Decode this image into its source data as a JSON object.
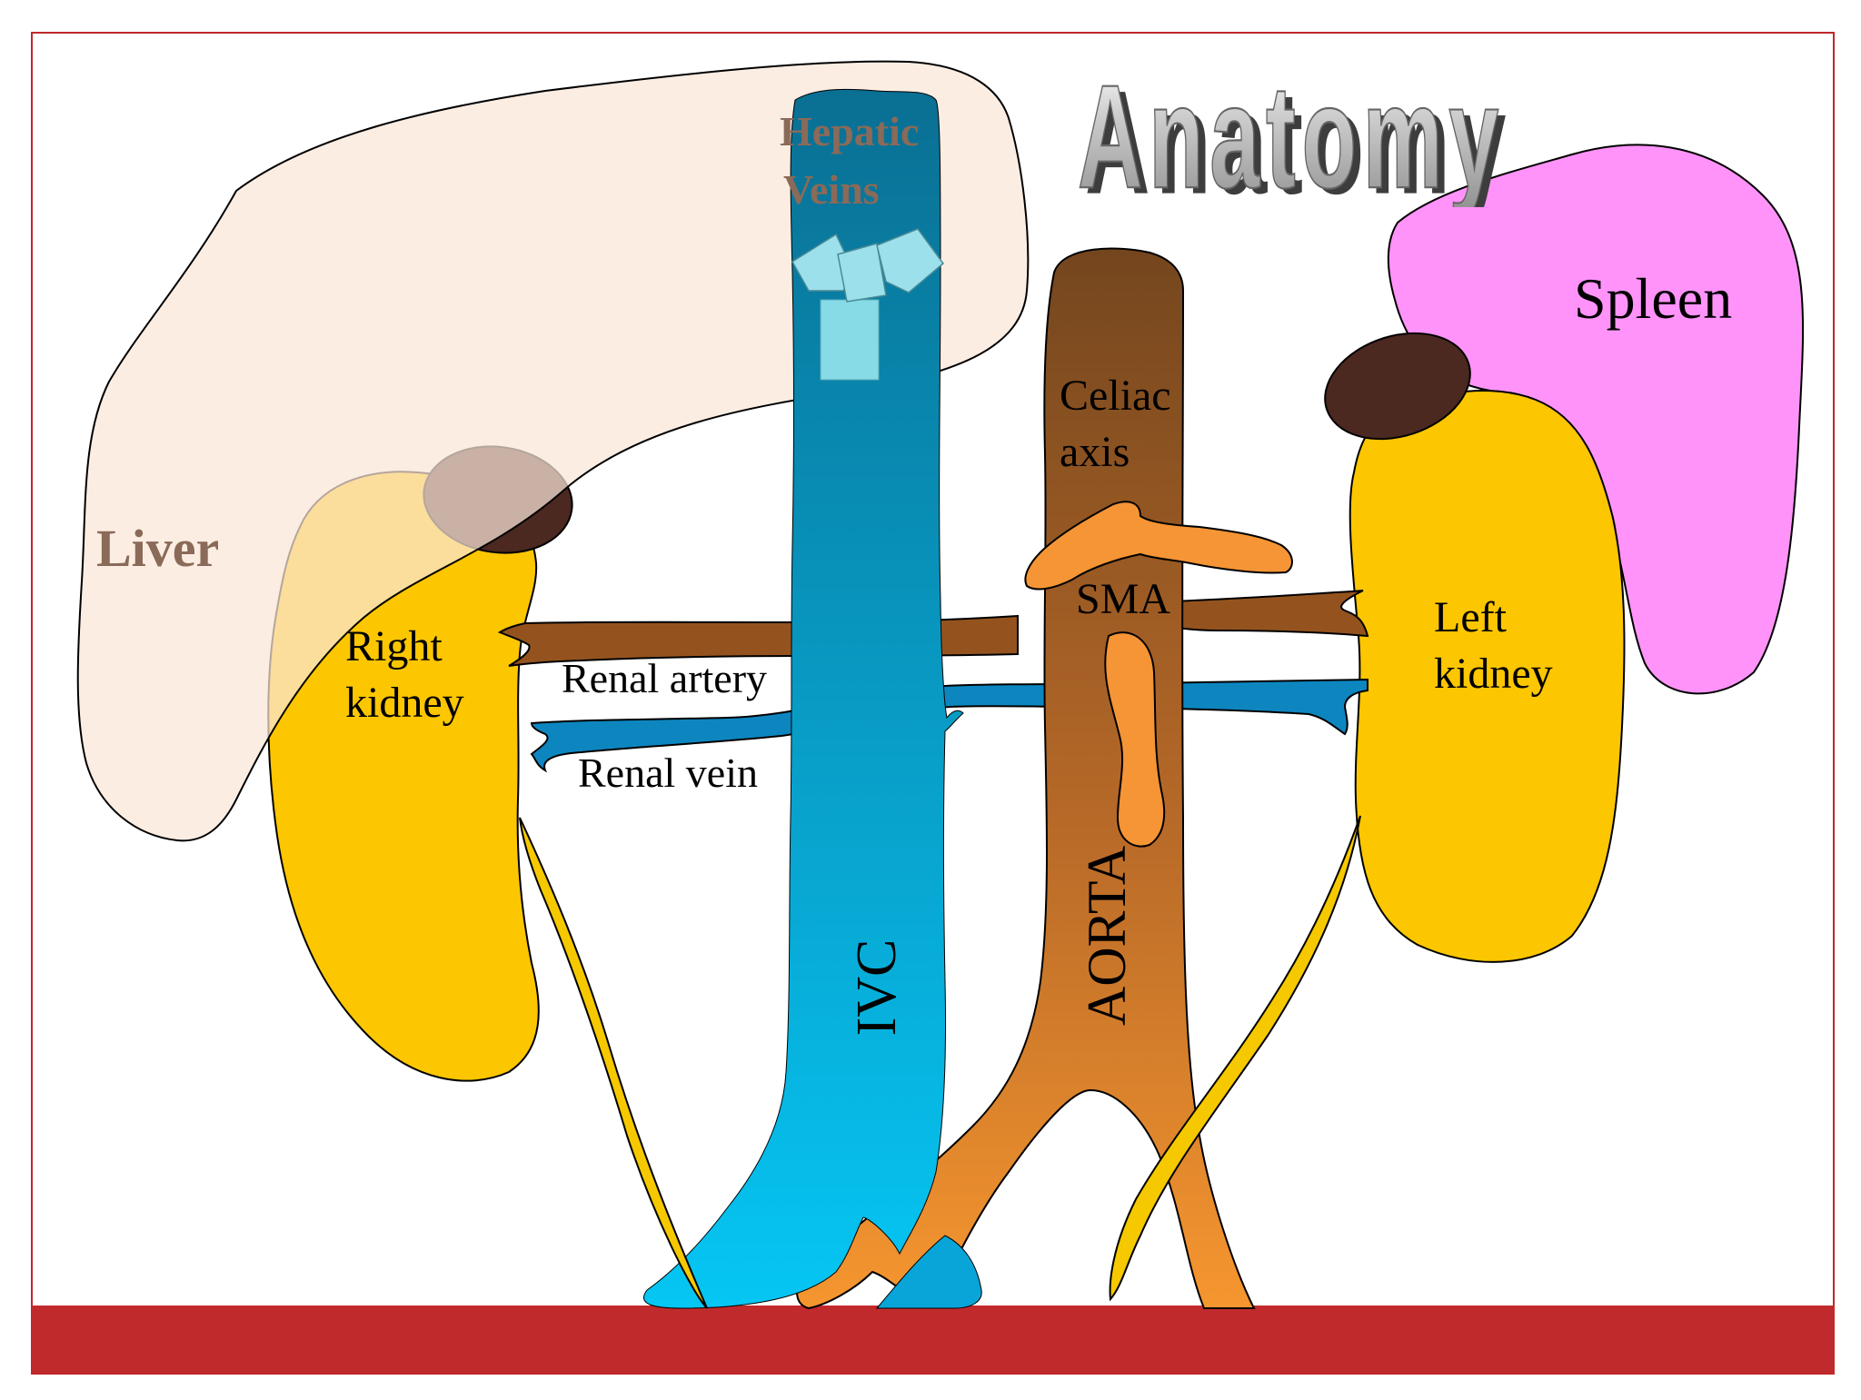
{
  "title": "Anatomy",
  "labels": {
    "liver": "Liver",
    "hepatic_veins_line1": "Hepatic",
    "hepatic_veins_line2": "Veins",
    "spleen": "Spleen",
    "celiac_line1": "Celiac",
    "celiac_line2": "axis",
    "sma": "SMA",
    "right_kidney_line1": "Right",
    "right_kidney_line2": "kidney",
    "left_kidney_line1": "Left",
    "left_kidney_line2": "kidney",
    "renal_artery": "Renal artery",
    "renal_vein": "Renal vein",
    "ivc": "IVC",
    "aorta": "AORTA"
  },
  "colors": {
    "frame": "#c0282a",
    "bottom_bar": "#c12a2c",
    "liver": "#fbe6d8",
    "kidney": "#fcc600",
    "spleen": "#ff93f9",
    "adrenal": "#4b2820",
    "ivc_top": "#0a7aa0",
    "ivc_bottom": "#06c3f2",
    "aorta_top": "#7a4a20",
    "aorta_bottom": "#f6922e",
    "branch_orange": "#f59535",
    "ureter": "#f5c800",
    "hepatic_vein": "#86dbe6",
    "liver_label": "#8a6a58",
    "title_gray": "#9a9a9a"
  }
}
